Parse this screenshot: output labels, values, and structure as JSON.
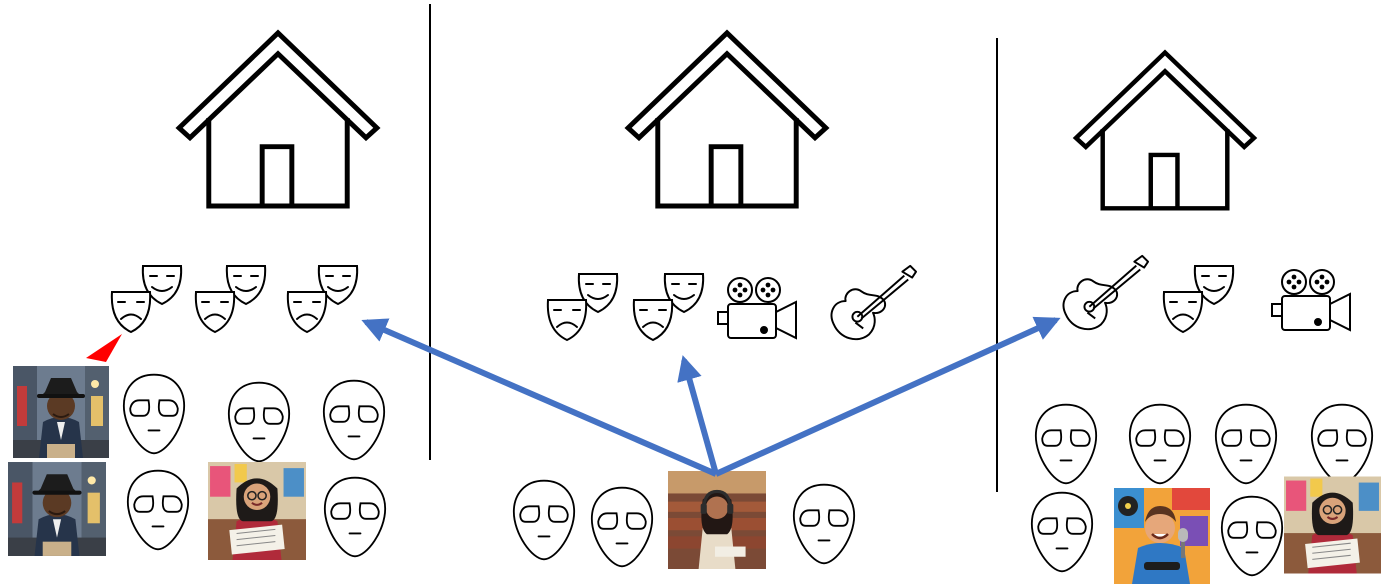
{
  "colors": {
    "background": "#ffffff",
    "stroke": "#000000",
    "arrow_blue": "#4472c4",
    "arrow_red": "#ff0000"
  },
  "columns": [
    {
      "id": "left",
      "house": "house-icon",
      "activities": [
        "theater-masks-icon",
        "theater-masks-icon",
        "theater-masks-icon"
      ],
      "residents": [
        "person-portrait-man-fedora",
        "alien-face-icon",
        "alien-face-icon",
        "alien-face-icon",
        "person-portrait-man-fedora",
        "alien-face-icon",
        "person-portrait-woman-reading",
        "alien-face-icon"
      ]
    },
    {
      "id": "middle",
      "house": "house-icon",
      "activities": [
        "theater-masks-icon",
        "theater-masks-icon",
        "movie-camera-icon",
        "guitar-icon"
      ],
      "residents": [
        "alien-face-icon",
        "alien-face-icon",
        "person-portrait-woman-headphones-theater",
        "alien-face-icon"
      ]
    },
    {
      "id": "right",
      "house": "house-icon",
      "activities": [
        "guitar-icon",
        "theater-masks-icon",
        "movie-camera-icon"
      ],
      "residents": [
        "alien-face-icon",
        "alien-face-icon",
        "alien-face-icon",
        "alien-face-icon",
        "alien-face-icon",
        "person-portrait-man-comedy-mic",
        "alien-face-icon",
        "person-portrait-woman-reading"
      ]
    }
  ],
  "arrows": [
    {
      "from": "person-portrait-woman-headphones-theater",
      "to": "left-activities",
      "color": "blue"
    },
    {
      "from": "person-portrait-woman-headphones-theater",
      "to": "middle-activities",
      "color": "blue"
    },
    {
      "from": "person-portrait-woman-headphones-theater",
      "to": "right-activities",
      "color": "blue"
    },
    {
      "from": "left-activities",
      "to": "person-portrait-man-fedora",
      "color": "red"
    }
  ]
}
